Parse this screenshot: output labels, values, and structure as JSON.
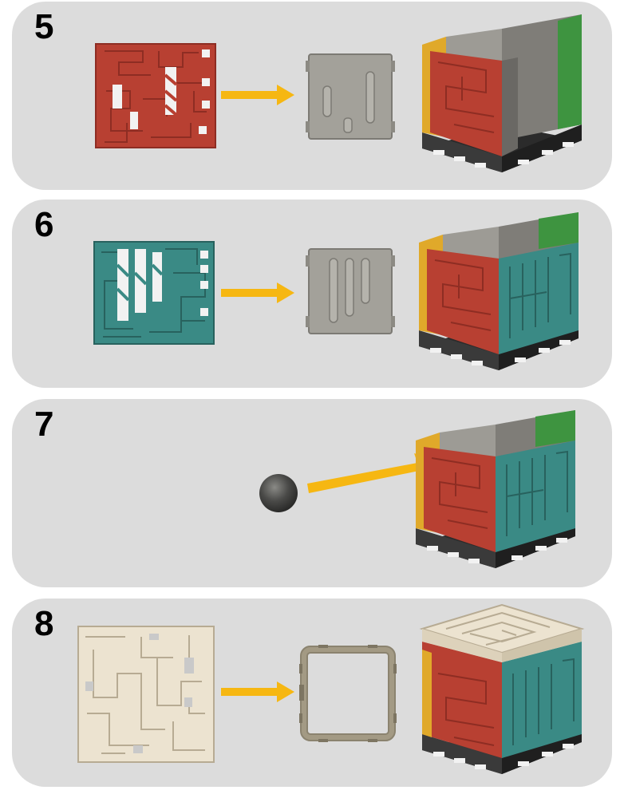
{
  "steps": [
    {
      "number": "5",
      "panel": "red",
      "maze_color": "#b84032",
      "maze_stroke": "#8e2d23"
    },
    {
      "number": "6",
      "panel": "teal",
      "maze_color": "#3a8a85",
      "maze_stroke": "#28625e"
    },
    {
      "number": "7",
      "panel": "ball"
    },
    {
      "number": "8",
      "panel": "lid",
      "maze_color": "#ece3d0",
      "maze_stroke": "#b7ab93"
    }
  ],
  "colors": {
    "arrow": "#f6b712",
    "panel_bg": "#dcdcdc",
    "gray_part": "#9c9a92",
    "red": "#b84032",
    "teal": "#3a8a85",
    "yellow": "#e0a92a",
    "green": "#3e9440",
    "base": "#2b2b2b",
    "cream": "#ece3d0",
    "ball": "#4a4a48"
  },
  "icons": [
    "arrow-right-icon",
    "maze-panel-icon",
    "gray-insert-icon",
    "puzzle-cube-icon",
    "steel-ball-icon",
    "square-frame-icon"
  ]
}
